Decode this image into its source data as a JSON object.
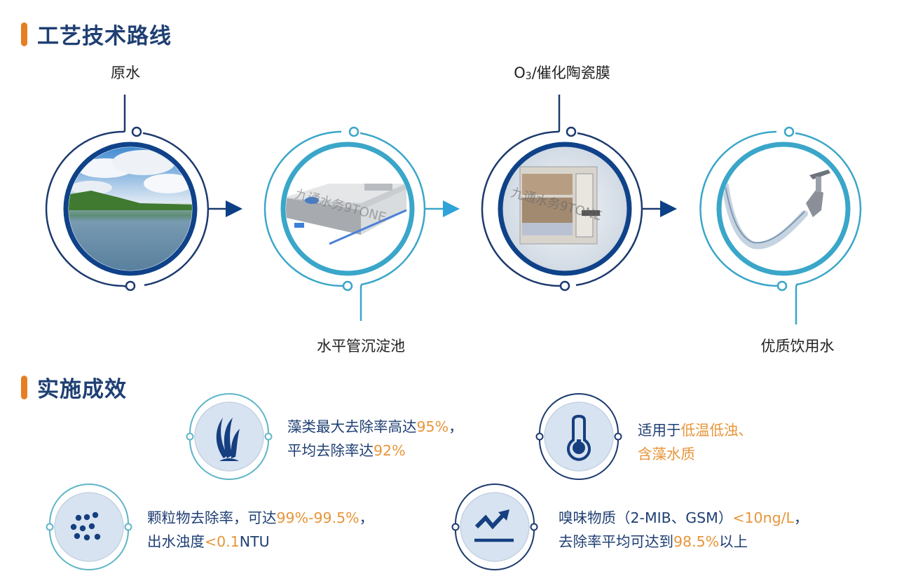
{
  "process": {
    "title": "工艺技术路线",
    "steps": [
      {
        "label": "原水",
        "image": "lake-landscape",
        "ring_color": "#1d3a6e"
      },
      {
        "label": "水平管沉淀池",
        "image": "sedimentation-tank-render",
        "ring_color": "#3aa6c9",
        "watermark": "九通水务9TONE"
      },
      {
        "label_main": "O",
        "label_sub": "3",
        "label_rest": "/催化陶瓷膜",
        "image": "ceramic-membrane-module",
        "ring_color": "#1d3a6e",
        "watermark": "九通水务9TONE"
      },
      {
        "label": "优质饮用水",
        "image": "faucet-water-splash",
        "ring_color": "#3aa6c9"
      }
    ],
    "arrows": [
      {
        "color": "#0d3f86"
      },
      {
        "color": "#2fa3d8"
      },
      {
        "color": "#0d3f86"
      }
    ]
  },
  "effects": {
    "title": "实施成效",
    "items": [
      {
        "icon": "seaweed-icon",
        "line1_a": "藻类最大去除率高达",
        "line1_hl": "95%",
        "line1_b": "，",
        "line2_a": "平均去除率达",
        "line2_hl": "92%",
        "line2_b": ""
      },
      {
        "icon": "thermometer-icon",
        "line1_a": "适用于",
        "line1_hl": "低温低浊、",
        "line1_b": "",
        "line2_a": "",
        "line2_hl": "含藻水质",
        "line2_b": ""
      },
      {
        "icon": "particles-icon",
        "line1_a": "颗粒物去除率，可达",
        "line1_hl": "99%-99.5%",
        "line1_b": "，",
        "line2_a": "出水浊度",
        "line2_hl": "<0.1",
        "line2_b": "NTU"
      },
      {
        "icon": "trend-up-icon",
        "line1_a": "嗅味物质（2-MIB、GSM）",
        "line1_hl": "<10ng/L",
        "line1_b": "，",
        "line2_a": "去除率平均可达到",
        "line2_hl": "98.5%",
        "line2_b": "以上"
      }
    ]
  },
  "colors": {
    "accent_orange": "#e67e22",
    "navy": "#1d3a6e",
    "light_blue": "#3aa6c9",
    "title_blue": "#1f3f73",
    "highlight": "#e8953a"
  }
}
